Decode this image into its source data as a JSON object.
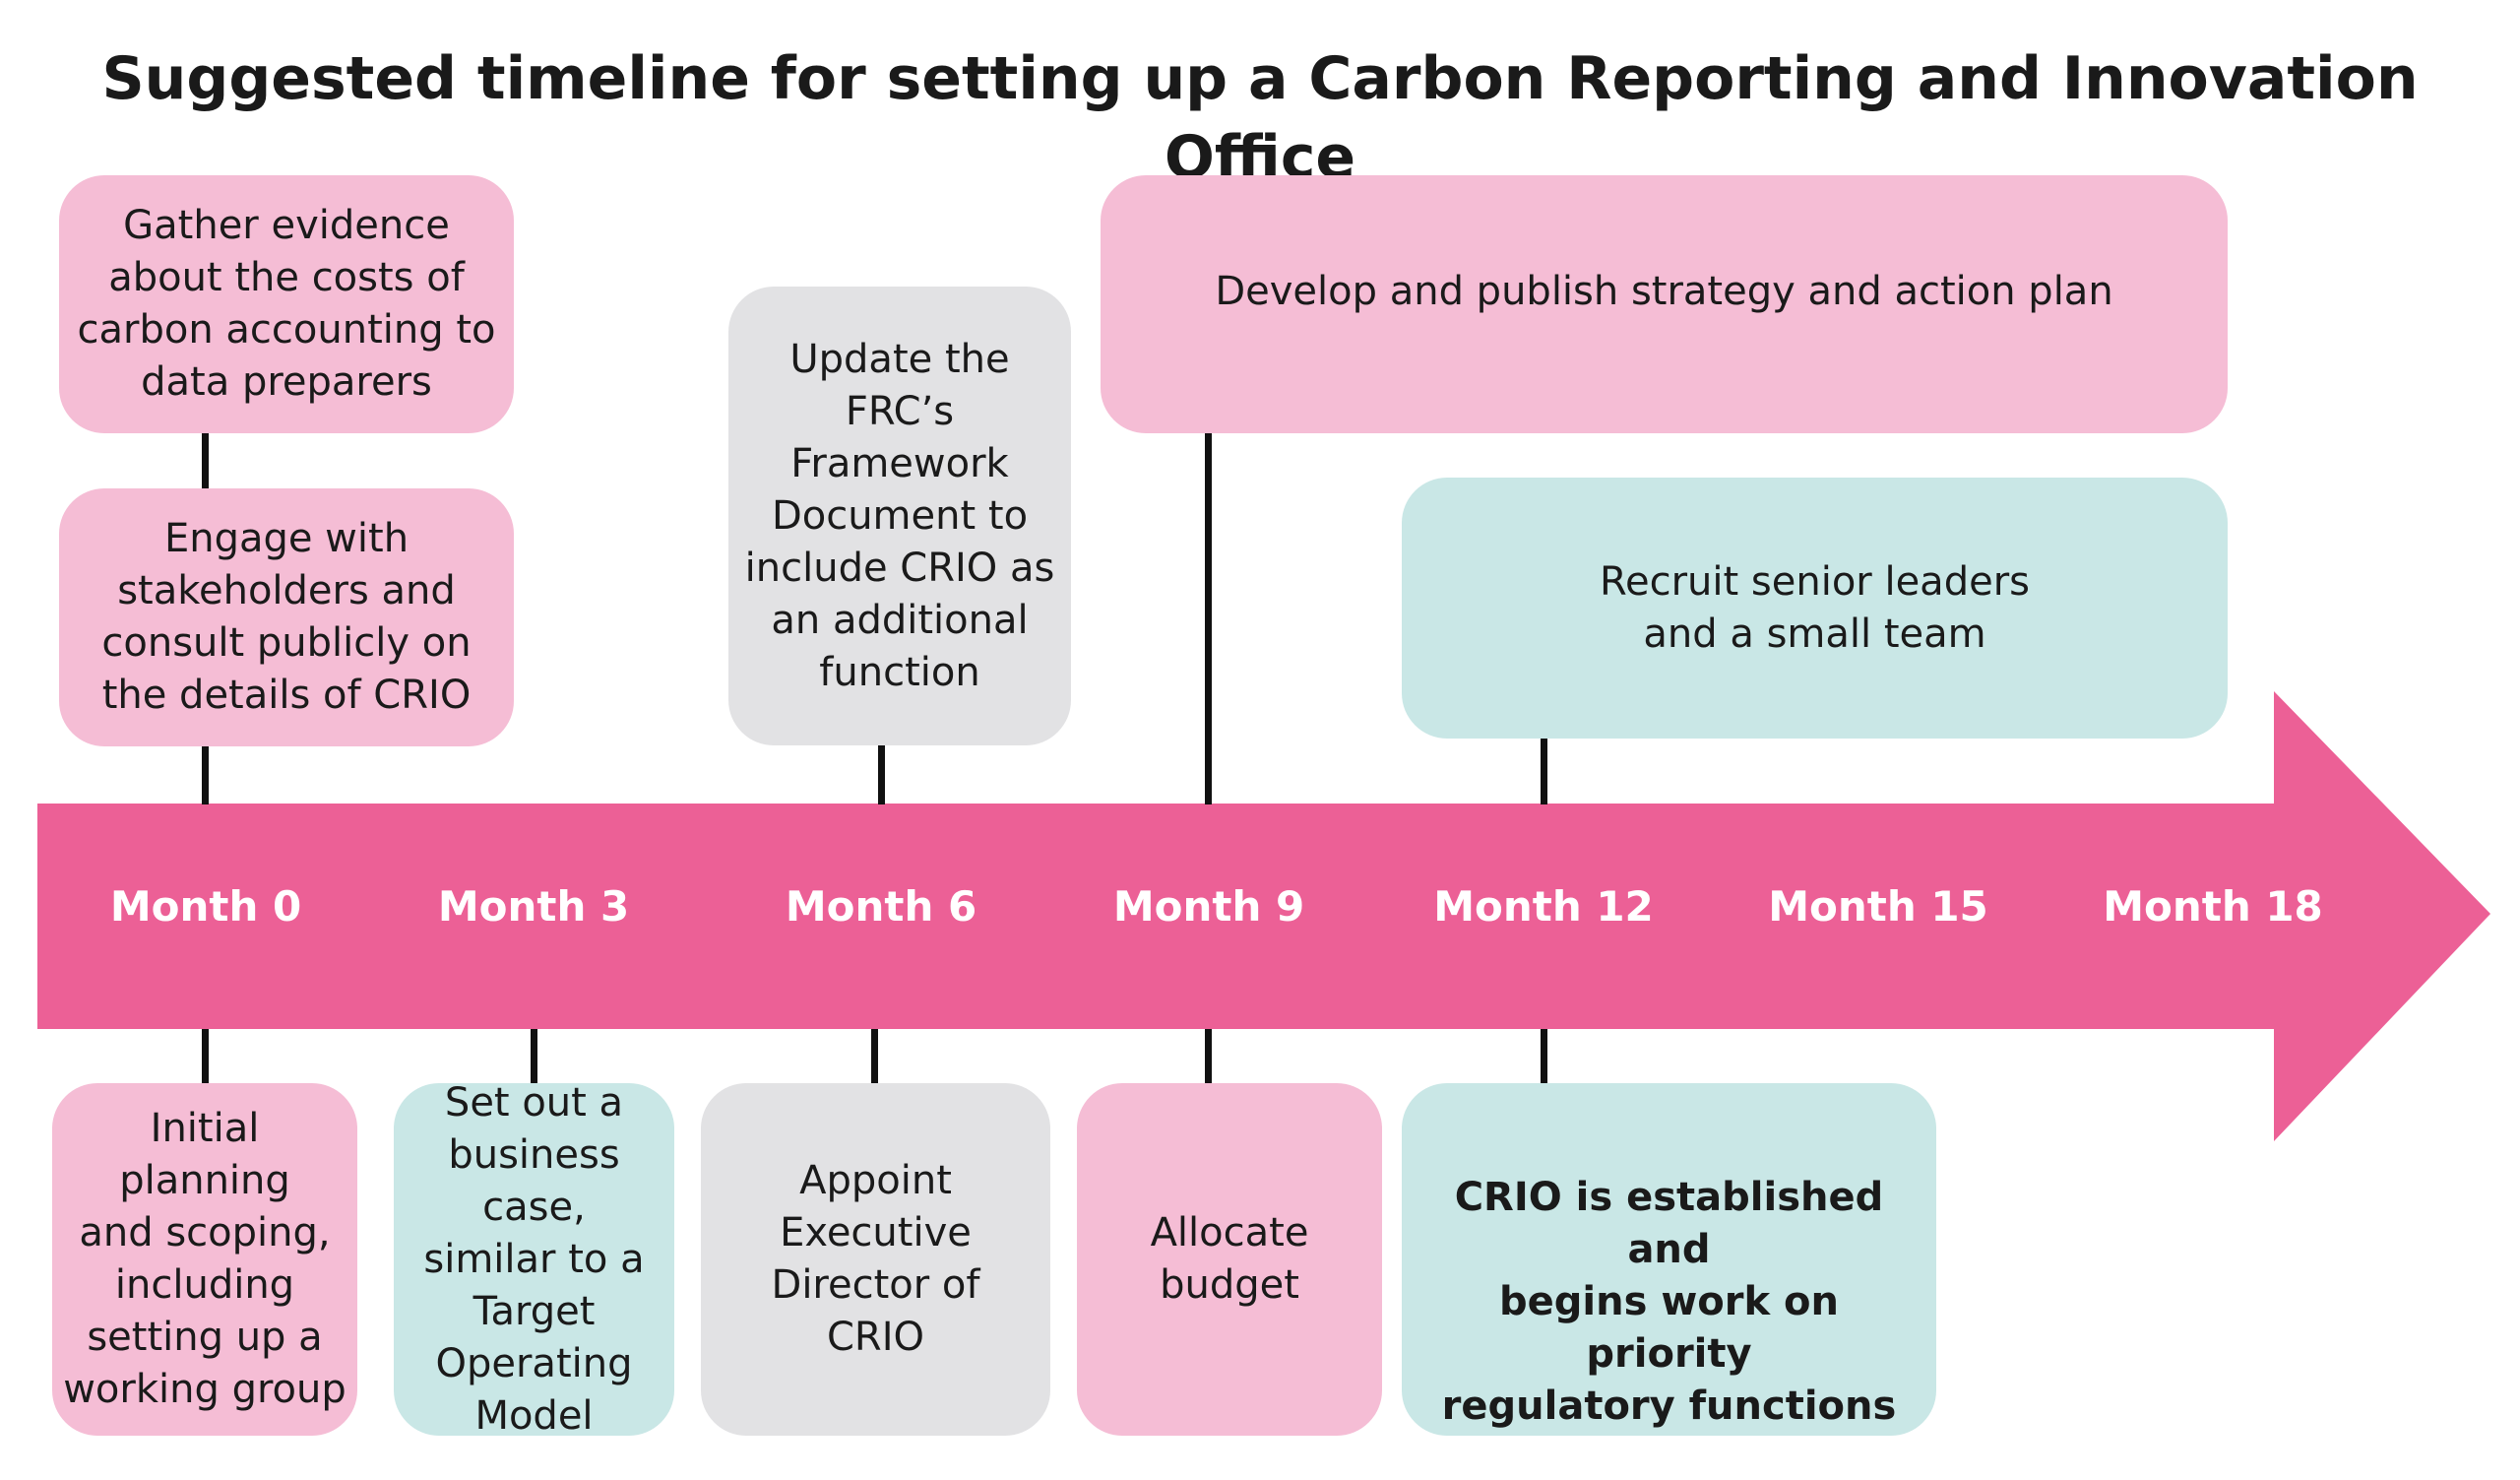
{
  "title": "Suggested timeline for setting up a Carbon Reporting and Innovation Office",
  "colors": {
    "arrow": "#ec6096",
    "pink_box": "#f5bdd5",
    "teal_box": "#c9e7e6",
    "grey_box": "#e2e2e4",
    "connector": "#111111",
    "month_text": "#ffffff"
  },
  "months": [
    "Month 0",
    "Month 3",
    "Month 6",
    "Month 9",
    "Month 12",
    "Month 15",
    "Month 18"
  ],
  "boxes_above": [
    {
      "text": "Gather evidence\nabout the costs of\ncarbon accounting to\ndata preparers",
      "color": "pink"
    },
    {
      "text": "Engage with\nstakeholders and\nconsult publicly on\nthe details of CRIO",
      "color": "pink"
    },
    {
      "text": "Update the\nFRC’s\nFramework\nDocument to\ninclude CRIO as\nan additional\nfunction",
      "color": "grey"
    },
    {
      "text": "Develop and publish strategy and action plan",
      "color": "pink"
    },
    {
      "text": "Recruit senior leaders\nand a small team",
      "color": "teal"
    }
  ],
  "boxes_below": [
    {
      "text": "Initial planning\nand scoping,\nincluding\nsetting up a\nworking group",
      "color": "pink"
    },
    {
      "text": "Set out a\nbusiness case,\nsimilar to a\nTarget\nOperating\nModel",
      "color": "teal"
    },
    {
      "text": "Appoint\nExecutive\nDirector of\nCRIO",
      "color": "grey"
    },
    {
      "text": "Allocate\nbudget",
      "color": "pink"
    },
    {
      "text": "CRIO is established and\nbegins work on priority\nregulatory functions",
      "color": "teal"
    }
  ]
}
